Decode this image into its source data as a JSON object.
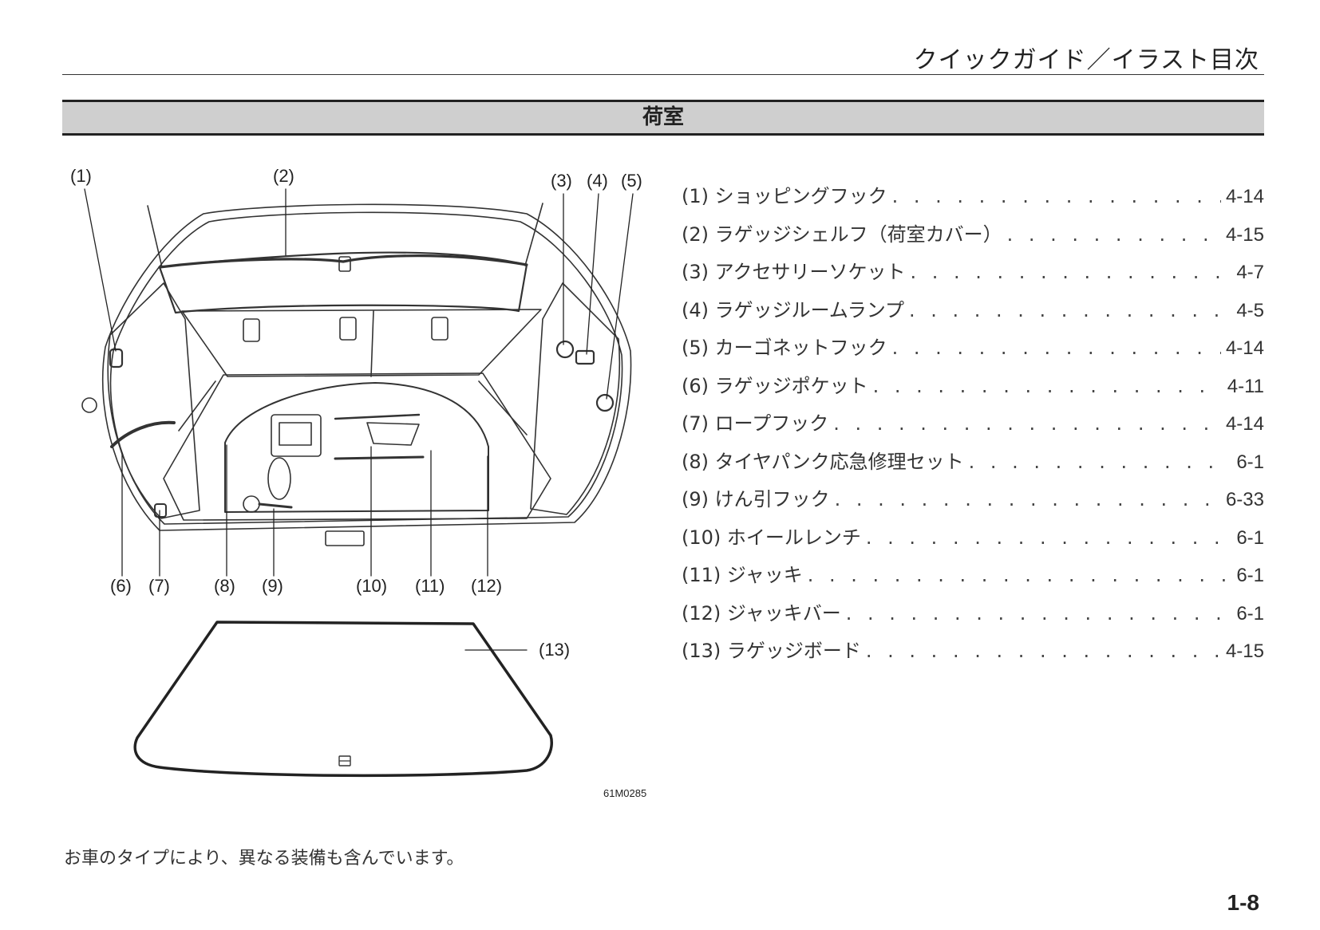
{
  "header": {
    "title": "クイックガイド／イラスト目次"
  },
  "section": {
    "title": "荷室"
  },
  "figure": {
    "code": "61M0285",
    "callouts": {
      "c1": "(1)",
      "c2": "(2)",
      "c3": "(3)",
      "c4": "(4)",
      "c5": "(5)",
      "c6": "(6)",
      "c7": "(7)",
      "c8": "(8)",
      "c9": "(9)",
      "c10": "(10)",
      "c11": "(11)",
      "c12": "(12)",
      "c13": "(13)"
    }
  },
  "legend": [
    {
      "num": "(1)",
      "label": "ショッピングフック",
      "page": "4-14"
    },
    {
      "num": "(2)",
      "label": "ラゲッジシェルフ（荷室カバー）",
      "page": "4-15"
    },
    {
      "num": "(3)",
      "label": "アクセサリーソケット",
      "page": "4-7"
    },
    {
      "num": "(4)",
      "label": "ラゲッジルームランプ",
      "page": "4-5"
    },
    {
      "num": "(5)",
      "label": "カーゴネットフック",
      "page": "4-14"
    },
    {
      "num": "(6)",
      "label": "ラゲッジポケット",
      "page": "4-11"
    },
    {
      "num": "(7)",
      "label": "ロープフック",
      "page": "4-14"
    },
    {
      "num": "(8)",
      "label": "タイヤパンク応急修理セット",
      "page": "6-1"
    },
    {
      "num": "(9)",
      "label": "けん引フック",
      "page": "6-33"
    },
    {
      "num": "(10)",
      "label": "ホイールレンチ",
      "page": "6-1"
    },
    {
      "num": "(11)",
      "label": "ジャッキ",
      "page": "6-1"
    },
    {
      "num": "(12)",
      "label": "ジャッキバー",
      "page": "6-1"
    },
    {
      "num": "(13)",
      "label": "ラゲッジボード",
      "page": "4-15"
    }
  ],
  "note": "お車のタイプにより、異なる装備も含んでいます。",
  "page_number": "1-8"
}
